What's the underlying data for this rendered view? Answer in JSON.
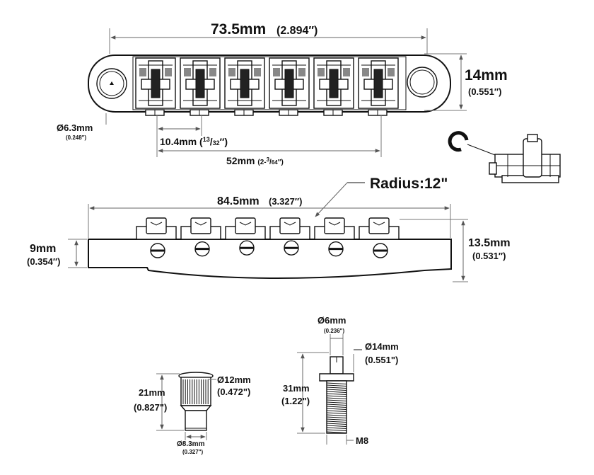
{
  "top_view": {
    "width_mm": "73.5mm",
    "width_in": "(2.894″)",
    "height_mm": "14mm",
    "height_in": "(0.551″)",
    "hole_mm": "Ø6.3mm",
    "hole_in": "(0.248″)",
    "spacing_mm": "10.4mm",
    "spacing_in_open": "(",
    "spacing_in_sup": "13",
    "spacing_in_sep": "/",
    "spacing_in_sub": "32",
    "spacing_in_close": "″)",
    "span_mm": "52mm",
    "span_in_a": "(2-",
    "span_in_sup": "3",
    "span_in_sep": "/",
    "span_in_sub": "64",
    "span_in_close": "″)"
  },
  "radius": "Radius:12\"",
  "side_view": {
    "length_mm": "84.5mm",
    "length_in": "(3.327″)",
    "left_mm": "9mm",
    "left_in": "(0.354″)",
    "right_mm": "13.5mm",
    "right_in": "(0.531″)"
  },
  "bushing": {
    "outer_mm": "Ø12mm",
    "outer_in": "(0.472\")",
    "height_mm": "21mm",
    "height_in": "(0.827\")",
    "inner_mm": "Ø8.3mm",
    "inner_in": "(0.327\")"
  },
  "stud": {
    "shaft_mm": "Ø6mm",
    "shaft_in": "(0.236\")",
    "head_mm": "Ø14mm",
    "head_in": "(0.551\")",
    "length_mm": "31mm",
    "length_in": "(1.22\")",
    "thread": "M8"
  }
}
